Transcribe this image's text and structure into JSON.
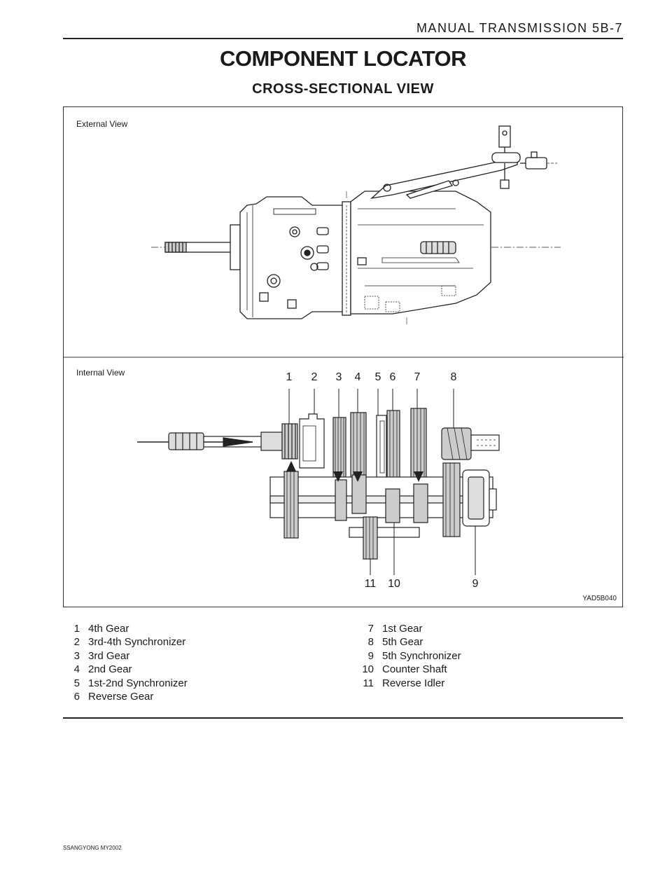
{
  "header": {
    "section_title": "MANUAL TRANSMISSION  5B-7"
  },
  "page": {
    "title": "COMPONENT LOCATOR",
    "subtitle": "CROSS-SECTIONAL  VIEW"
  },
  "figure": {
    "external_label": "External View",
    "internal_label": "Internal View",
    "code": "YAD5B040",
    "callouts_top": [
      "1",
      "2",
      "3",
      "4",
      "5",
      "6",
      "7",
      "8"
    ],
    "callouts_bottom": [
      "11",
      "10",
      "9"
    ]
  },
  "legend": {
    "left": [
      {
        "num": "1",
        "label": "4th Gear"
      },
      {
        "num": "2",
        "label": "3rd-4th Synchronizer"
      },
      {
        "num": "3",
        "label": "3rd Gear"
      },
      {
        "num": "4",
        "label": "2nd Gear"
      },
      {
        "num": "5",
        "label": "1st-2nd Synchronizer"
      },
      {
        "num": "6",
        "label": "Reverse Gear"
      }
    ],
    "right": [
      {
        "num": "7",
        "label": "1st Gear"
      },
      {
        "num": "8",
        "label": "5th Gear"
      },
      {
        "num": "9",
        "label": "5th Synchronizer"
      },
      {
        "num": "10",
        "label": "Counter Shaft"
      },
      {
        "num": "11",
        "label": "Reverse Idler"
      }
    ]
  },
  "footer": {
    "text": "SSANGYONG  MY2002"
  }
}
